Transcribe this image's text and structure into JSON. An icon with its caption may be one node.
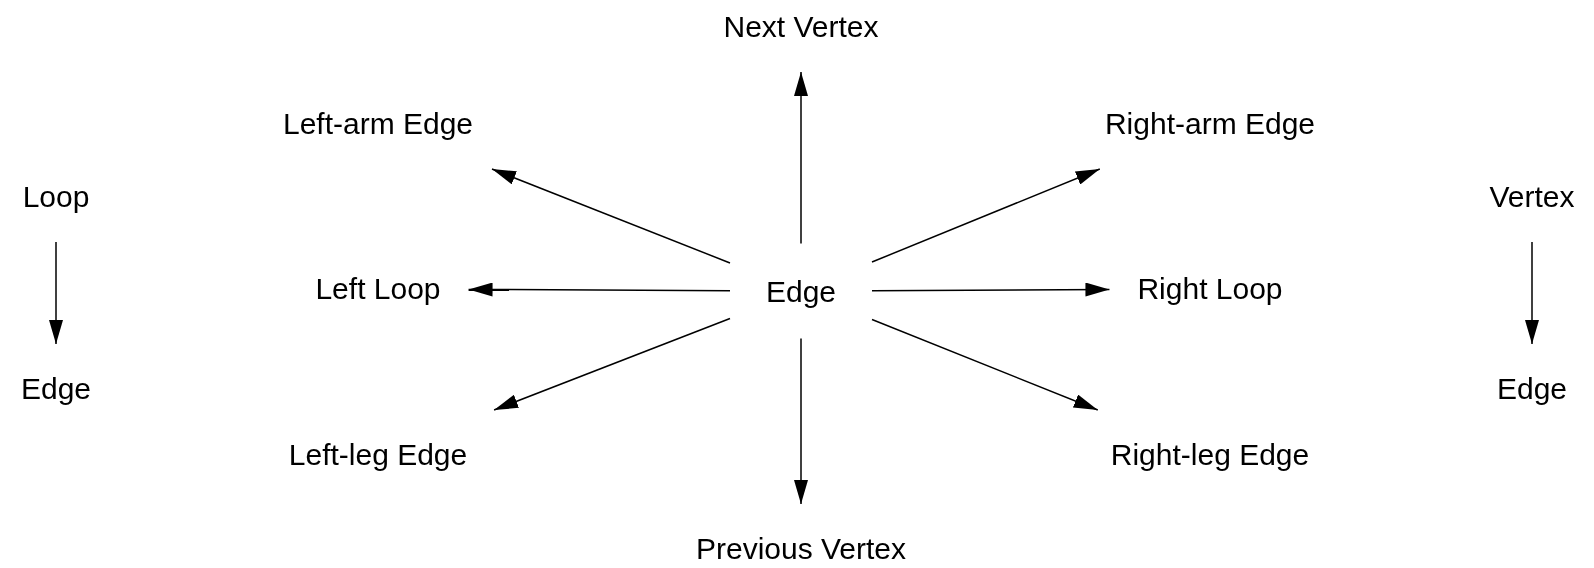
{
  "diagram": {
    "nodes": [
      {
        "text": [
          "Next Vertex"
        ]
      },
      {
        "text": [
          "Left-arm Edge"
        ]
      },
      {
        "text": [
          "Right-arm Edge"
        ]
      },
      {
        "text": [
          "Loop"
        ]
      },
      {
        "text": [
          "Vertex"
        ]
      },
      {
        "text": [
          "Left Loop"
        ]
      },
      {
        "text": [
          "Edge"
        ]
      },
      {
        "text": [
          "Right Loop"
        ]
      },
      {
        "text": [
          "Edge"
        ]
      },
      {
        "text": [
          "Edge"
        ]
      },
      {
        "text": [
          "Left-leg Edge"
        ]
      },
      {
        "text": [
          "Right-leg Edge"
        ]
      },
      {
        "text": [
          "Previous Vertex"
        ]
      }
    ],
    "edges": [
      {
        "from": 6,
        "to": 0,
        "arrow": "to"
      },
      {
        "from": 6,
        "to": 1,
        "arrow": "to"
      },
      {
        "from": 6,
        "to": 2,
        "arrow": "to"
      },
      {
        "from": 3,
        "to": 8,
        "arrow": "to"
      },
      {
        "from": 4,
        "to": 9,
        "arrow": "to"
      },
      {
        "from": 6,
        "to": 5,
        "arrow": "to"
      },
      {
        "from": 6,
        "to": 7,
        "arrow": "to"
      },
      {
        "from": 6,
        "to": 10,
        "arrow": "to"
      },
      {
        "from": 6,
        "to": 11,
        "arrow": "to"
      },
      {
        "from": 6,
        "to": 12,
        "arrow": "to"
      }
    ]
  }
}
